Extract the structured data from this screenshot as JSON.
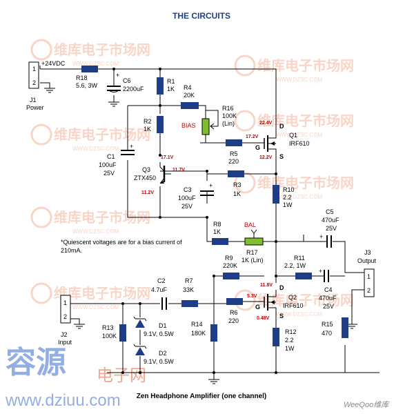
{
  "title": "THE CIRCUITS",
  "caption": "Zen Headphone Amplifier (one channel)",
  "note": "*Quiescent voltages are for a bias current of 210mA.",
  "watermarks": {
    "cn": "维库电子市场网",
    "url": "WWW.DZSC.COM",
    "big": "容源",
    "big_url": "www.dziuu.com",
    "big_sub": "电子网",
    "corner": "WeeQoo维库"
  },
  "connectors": {
    "j1": {
      "name": "J1",
      "label": "Power",
      "supply": "+24VDC",
      "pin1": "1",
      "pin2": "2"
    },
    "j2": {
      "name": "J2",
      "label": "Input",
      "pin1": "1",
      "pin2": "2"
    },
    "j3": {
      "name": "J3",
      "label": "Output",
      "pin1": "1",
      "pin2": "2"
    }
  },
  "components": {
    "R1": {
      "name": "R1",
      "value": "1K"
    },
    "R2": {
      "name": "R2",
      "value": "1K"
    },
    "R3": {
      "name": "R3",
      "value": "1K"
    },
    "R4": {
      "name": "R4",
      "value": "20K"
    },
    "R5": {
      "name": "R5",
      "value": "220"
    },
    "R6": {
      "name": "R6",
      "value": "220"
    },
    "R7": {
      "name": "R7",
      "value": "33K"
    },
    "R8": {
      "name": "R8",
      "value": "1K"
    },
    "R9": {
      "name": "R9",
      "value": "220K"
    },
    "R10": {
      "name": "R10",
      "value": "2.2",
      "power": "1W"
    },
    "R11": {
      "name": "R11",
      "value": "2.2, 1W"
    },
    "R12": {
      "name": "R12",
      "value": "2.2",
      "power": "1W"
    },
    "R13": {
      "name": "R13",
      "value": "100K"
    },
    "R14": {
      "name": "R14",
      "value": "180K"
    },
    "R15": {
      "name": "R15",
      "value": "470"
    },
    "R16": {
      "name": "R16",
      "value": "100K",
      "type": "(Lin)",
      "label": "BIAS"
    },
    "R17": {
      "name": "R17",
      "value": "1K (Lin)",
      "label": "BAL"
    },
    "R18": {
      "name": "R18",
      "value": "5.6, 3W"
    },
    "C1": {
      "name": "C1",
      "value": "100uF",
      "voltage": "25V"
    },
    "C2": {
      "name": "C2",
      "value": "4.7uF"
    },
    "C3": {
      "name": "C3",
      "value": "100uF",
      "voltage": "25V"
    },
    "C4": {
      "name": "C4",
      "value": "470uF",
      "voltage": "25V"
    },
    "C5": {
      "name": "C5",
      "value": "470uF",
      "voltage": "25V"
    },
    "C6": {
      "name": "C6",
      "value": "2200uF"
    },
    "D1": {
      "name": "D1",
      "value": "9.1V, 0.5W"
    },
    "D2": {
      "name": "D2",
      "value": "9.1V, 0.5W"
    },
    "Q1": {
      "name": "Q1",
      "value": "IRF610"
    },
    "Q2": {
      "name": "Q2",
      "value": "IRF610"
    },
    "Q3": {
      "name": "Q3",
      "value": "ZTX450"
    }
  },
  "pins": {
    "d": "D",
    "g": "G",
    "s": "S"
  },
  "polarity": "+",
  "voltages": {
    "q1_drain": "22.4V",
    "q1_gate": "17.2V",
    "q1_source": "12.2V",
    "q3_collector": "17.1V",
    "q3_base": "11.7V",
    "q3_emitter": "11.2V",
    "q2_drain": "11.8V",
    "q2_gate": "5.3V",
    "q2_source": "0.48V"
  },
  "colors": {
    "resistor": "#1f3d86",
    "voltage": "#c00000",
    "title": "#1f3d86",
    "bias_label": "#c00000"
  }
}
